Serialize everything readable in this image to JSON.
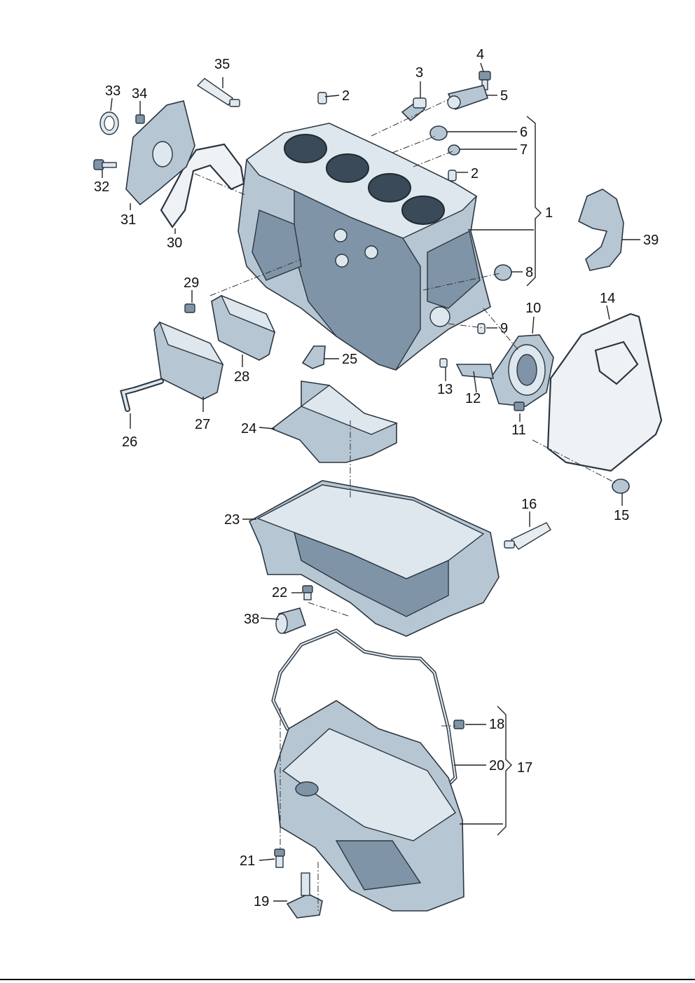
{
  "callouts": [
    {
      "id": "c1",
      "text": "1"
    },
    {
      "id": "c2a",
      "text": "2"
    },
    {
      "id": "c2b",
      "text": "2"
    },
    {
      "id": "c3",
      "text": "3"
    },
    {
      "id": "c4",
      "text": "4"
    },
    {
      "id": "c5",
      "text": "5"
    },
    {
      "id": "c6",
      "text": "6"
    },
    {
      "id": "c7",
      "text": "7"
    },
    {
      "id": "c8",
      "text": "8"
    },
    {
      "id": "c9",
      "text": "9"
    },
    {
      "id": "c10",
      "text": "10"
    },
    {
      "id": "c11",
      "text": "11"
    },
    {
      "id": "c12",
      "text": "12"
    },
    {
      "id": "c13",
      "text": "13"
    },
    {
      "id": "c14",
      "text": "14"
    },
    {
      "id": "c15",
      "text": "15"
    },
    {
      "id": "c16",
      "text": "16"
    },
    {
      "id": "c17",
      "text": "17"
    },
    {
      "id": "c18",
      "text": "18"
    },
    {
      "id": "c19",
      "text": "19"
    },
    {
      "id": "c20",
      "text": "20"
    },
    {
      "id": "c21",
      "text": "21"
    },
    {
      "id": "c22",
      "text": "22"
    },
    {
      "id": "c23",
      "text": "23"
    },
    {
      "id": "c24",
      "text": "24"
    },
    {
      "id": "c25",
      "text": "25"
    },
    {
      "id": "c26",
      "text": "26"
    },
    {
      "id": "c27",
      "text": "27"
    },
    {
      "id": "c28",
      "text": "28"
    },
    {
      "id": "c29",
      "text": "29"
    },
    {
      "id": "c30",
      "text": "30"
    },
    {
      "id": "c31",
      "text": "31"
    },
    {
      "id": "c32",
      "text": "32"
    },
    {
      "id": "c33",
      "text": "33"
    },
    {
      "id": "c34",
      "text": "34"
    },
    {
      "id": "c35",
      "text": "35"
    },
    {
      "id": "c38",
      "text": "38"
    },
    {
      "id": "c39",
      "text": "39"
    }
  ],
  "colors": {
    "part_fill": "#b7c6d3",
    "part_outline": "#2b3640",
    "label": "#111111"
  }
}
